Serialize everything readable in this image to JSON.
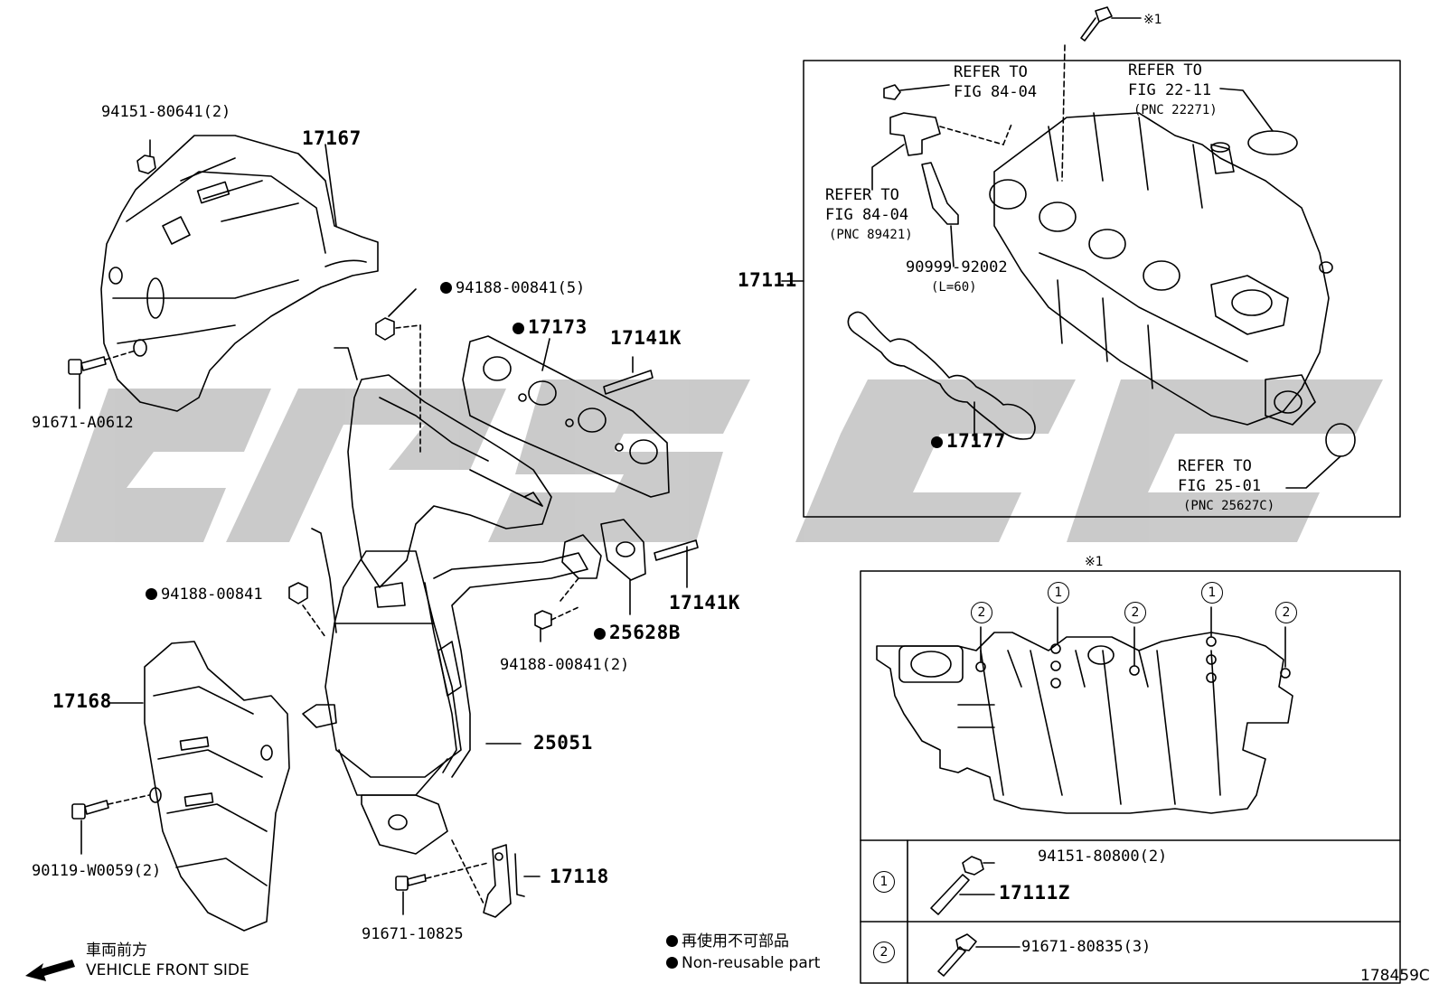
{
  "parts": {
    "p_94151_80641": "94151-80641(2)",
    "p_17167": "17167",
    "p_91671_A0612": "91671-A0612",
    "p_94188_00841_5": "94188-00841(5)",
    "p_17173": "17173",
    "p_17141K_top": "17141K",
    "p_17141K_bottom": "17141K",
    "p_94188_00841": "94188-00841",
    "p_25628B": "25628B",
    "p_94188_00841_2": "94188-00841(2)",
    "p_17168": "17168",
    "p_25051": "25051",
    "p_90119_W0059": "90119-W0059(2)",
    "p_91671_10825": "91671-10825",
    "p_17118": "17118",
    "p_17111": "17111",
    "p_90999_92002": "90999-92002",
    "p_90999_len": "(L=60)",
    "p_17177": "17177",
    "p_94151_80800": "94151-80800(2)",
    "p_17111Z": "17111Z",
    "p_91671_80835": "91671-80835(3)"
  },
  "refs": {
    "ref1_a": "REFER TO",
    "ref1_b": "FIG 84-04",
    "ref2_a": "REFER TO",
    "ref2_b": "FIG 22-11",
    "ref2_c": "(PNC 22271)",
    "ref3_a": "REFER TO",
    "ref3_b": "FIG 84-04",
    "ref3_c": "(PNC 89421)",
    "ref4_a": "REFER TO",
    "ref4_b": "FIG 25-01",
    "ref4_c": "(PNC 25627C)"
  },
  "notes": {
    "note_mark_top": "※1",
    "note_mark_box": "※1",
    "legend_jp": "再使用不可部品",
    "legend_en": "Non-reusable part",
    "front_jp": "車両前方",
    "front_en": "VEHICLE FRONT SIDE",
    "figure_code": "178459C"
  },
  "callouts": {
    "one": "1",
    "two": "2"
  },
  "watermark": "CNSC",
  "colors": {
    "line": "#000000",
    "watermark": "#c8c8c8",
    "bg": "#ffffff"
  }
}
